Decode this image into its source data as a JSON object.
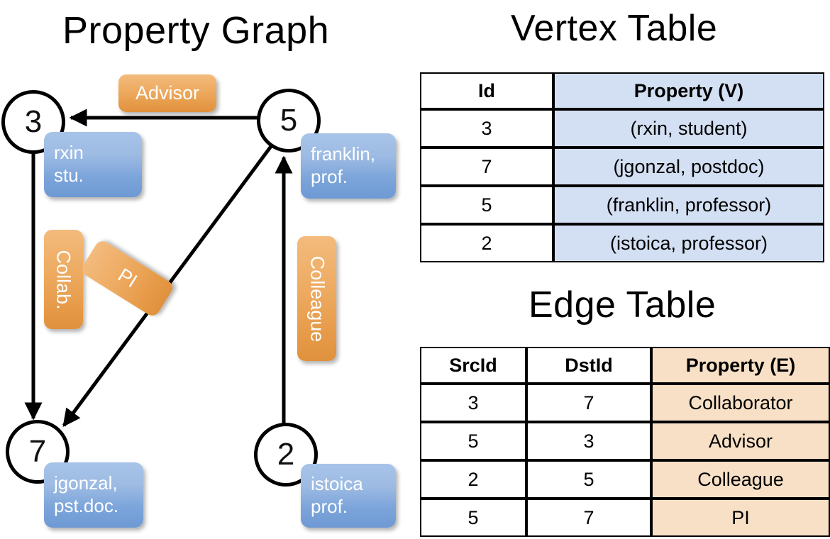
{
  "titles": {
    "property_graph": "Property Graph",
    "vertex_table": "Vertex Table",
    "edge_table": "Edge Table"
  },
  "graph": {
    "nodes": [
      {
        "id": "node-3",
        "label": "3",
        "property_lines": [
          "rxin",
          "stu."
        ]
      },
      {
        "id": "node-5",
        "label": "5",
        "property_lines": [
          "franklin,",
          "prof."
        ]
      },
      {
        "id": "node-7",
        "label": "7",
        "property_lines": [
          "jgonzal,",
          "pst.doc."
        ]
      },
      {
        "id": "node-2",
        "label": "2",
        "property_lines": [
          "istoica",
          "prof."
        ]
      }
    ],
    "edge_labels": [
      {
        "id": "advisor",
        "text": "Advisor"
      },
      {
        "id": "collab",
        "text": "Collab."
      },
      {
        "id": "pi",
        "text": "PI"
      },
      {
        "id": "colleague",
        "text": "Colleague"
      }
    ]
  },
  "vertex_table": {
    "headers": [
      "Id",
      "Property (V)"
    ],
    "rows": [
      [
        "3",
        "(rxin, student)"
      ],
      [
        "7",
        "(jgonzal, postdoc)"
      ],
      [
        "5",
        "(franklin, professor)"
      ],
      [
        "2",
        "(istoica, professor)"
      ]
    ]
  },
  "edge_table": {
    "headers": [
      "SrcId",
      "DstId",
      "Property (E)"
    ],
    "rows": [
      [
        "3",
        "7",
        "Collaborator"
      ],
      [
        "5",
        "3",
        "Advisor"
      ],
      [
        "2",
        "5",
        "Colleague"
      ],
      [
        "5",
        "7",
        "PI"
      ]
    ]
  },
  "colors": {
    "vertex_fill": "#d3dff2",
    "edge_fill": "#f8e0c6",
    "node_box_blue": "#7ba4da",
    "edge_label_orange": "#e79c4b",
    "stroke": "#000000"
  }
}
